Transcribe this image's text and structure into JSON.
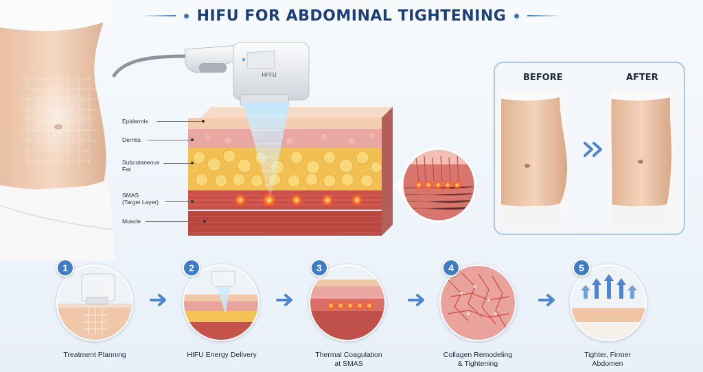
{
  "title": "HIFU FOR ABDOMINAL TIGHTENING",
  "device_label": "HFFU",
  "layers": [
    {
      "label": "Epidermis"
    },
    {
      "label": "Dermis"
    },
    {
      "label": "Subcutaneous\nFat"
    },
    {
      "label": "SMAS\n(Target Layer)"
    },
    {
      "label": "Muscle"
    }
  ],
  "before_after": {
    "before_label": "BEFORE",
    "after_label": "AFTER"
  },
  "steps": [
    {
      "number": "1",
      "caption": "Treatment Planning"
    },
    {
      "number": "2",
      "caption": "HIFU Energy Delivery"
    },
    {
      "number": "3",
      "caption": "Thermal Coagulation\nat SMAS"
    },
    {
      "number": "4",
      "caption": "Collagen Remodeling\n& Tightening"
    },
    {
      "number": "5",
      "caption": "Tighter, Firmer\nAbdomen"
    }
  ],
  "colors": {
    "title": "#1d3f77",
    "accent": "#3f7cc6",
    "skin": "#f2cdb0",
    "fat": "#f3c84f",
    "muscle": "#c2574e",
    "focal_point": "#ff6a1f"
  },
  "icons": [
    "chevron-double-right-icon",
    "arrow-right-icon",
    "up-arrows-icon"
  ]
}
